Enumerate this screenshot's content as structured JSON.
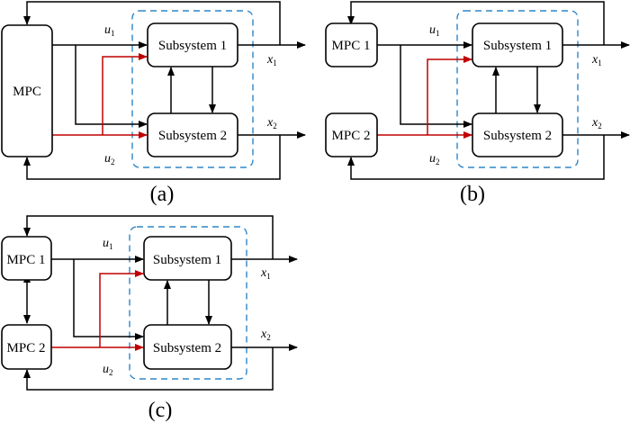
{
  "figure": {
    "panels": [
      {
        "id": "a",
        "caption": "(a)",
        "controllers": [
          "MPC"
        ],
        "subsystems": [
          "Subsystem 1",
          "Subsystem 2"
        ],
        "inputs": {
          "u1": {
            "base": "u",
            "sub": "1"
          },
          "u2": {
            "base": "u",
            "sub": "2"
          }
        },
        "outputs": {
          "x1": {
            "base": "x",
            "sub": "1"
          },
          "x2": {
            "base": "x",
            "sub": "2"
          }
        }
      },
      {
        "id": "b",
        "caption": "(b)",
        "controllers": [
          "MPC 1",
          "MPC 2"
        ],
        "subsystems": [
          "Subsystem 1",
          "Subsystem 2"
        ],
        "inputs": {
          "u1": {
            "base": "u",
            "sub": "1"
          },
          "u2": {
            "base": "u",
            "sub": "2"
          }
        },
        "outputs": {
          "x1": {
            "base": "x",
            "sub": "1"
          },
          "x2": {
            "base": "x",
            "sub": "2"
          }
        }
      },
      {
        "id": "c",
        "caption": "(c)",
        "controllers": [
          "MPC 1",
          "MPC 2"
        ],
        "subsystems": [
          "Subsystem 1",
          "Subsystem 2"
        ],
        "inputs": {
          "u1": {
            "base": "u",
            "sub": "1"
          },
          "u2": {
            "base": "u",
            "sub": "2"
          }
        },
        "outputs": {
          "x1": {
            "base": "x",
            "sub": "1"
          },
          "x2": {
            "base": "x",
            "sub": "2"
          }
        }
      }
    ],
    "colors": {
      "wire": "#000000",
      "u2_signal": "#c00000",
      "plant_boundary": "#2e86c9"
    }
  }
}
